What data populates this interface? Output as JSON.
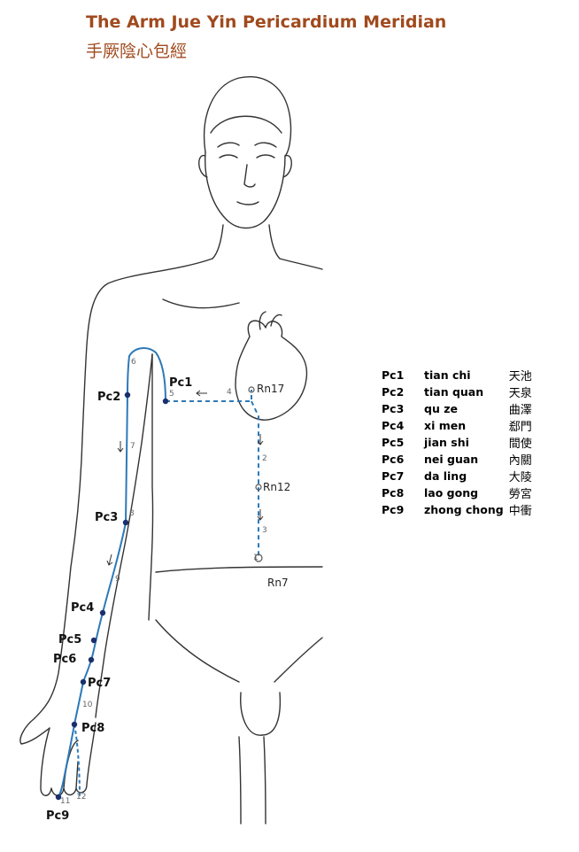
{
  "title": "The Arm Jue Yin Pericardium Meridian",
  "subtitle": "手厥陰心包經",
  "points": [
    {
      "code": "Pc1",
      "pinyin": "tian chi",
      "hanzi": "天池"
    },
    {
      "code": "Pc2",
      "pinyin": "tian quan",
      "hanzi": "天泉"
    },
    {
      "code": "Pc3",
      "pinyin": "qu ze",
      "hanzi": "曲澤"
    },
    {
      "code": "Pc4",
      "pinyin": "xi men",
      "hanzi": "郄門"
    },
    {
      "code": "Pc5",
      "pinyin": "jian shi",
      "hanzi": "間使"
    },
    {
      "code": "Pc6",
      "pinyin": "nei guan",
      "hanzi": "內關"
    },
    {
      "code": "Pc7",
      "pinyin": "da ling",
      "hanzi": "大陵"
    },
    {
      "code": "Pc8",
      "pinyin": "lao gong",
      "hanzi": "勞宮"
    },
    {
      "code": "Pc9",
      "pinyin": "zhong chong",
      "hanzi": "中衝"
    }
  ],
  "ren_points": [
    "Rn17",
    "Rn12",
    "Rn7"
  ],
  "path_numbers": [
    "1",
    "2",
    "3",
    "4",
    "5",
    "6",
    "7",
    "8",
    "9",
    "10",
    "11",
    "12"
  ],
  "colors": {
    "title": "#a04a1e",
    "meridian": "#2d79b8",
    "point": "#1a2f6b",
    "outline": "#333333"
  }
}
